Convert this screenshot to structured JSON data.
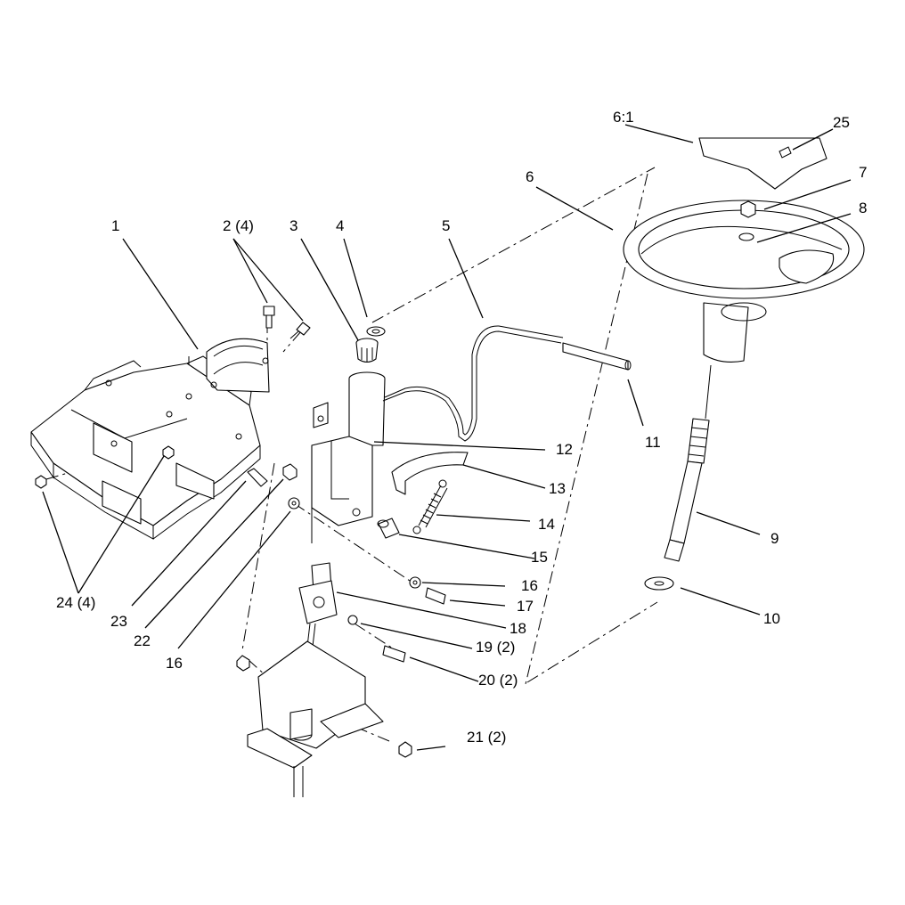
{
  "callouts": [
    {
      "id": "c1",
      "label": "1"
    },
    {
      "id": "c2",
      "label": "2 (4)"
    },
    {
      "id": "c3",
      "label": "3"
    },
    {
      "id": "c4",
      "label": "4"
    },
    {
      "id": "c5",
      "label": "5"
    },
    {
      "id": "c6",
      "label": "6"
    },
    {
      "id": "c6_1",
      "label": "6:1"
    },
    {
      "id": "c25",
      "label": "25"
    },
    {
      "id": "c7",
      "label": "7"
    },
    {
      "id": "c8",
      "label": "8"
    },
    {
      "id": "c9",
      "label": "9"
    },
    {
      "id": "c10",
      "label": "10"
    },
    {
      "id": "c11",
      "label": "11"
    },
    {
      "id": "c12",
      "label": "12"
    },
    {
      "id": "c13",
      "label": "13"
    },
    {
      "id": "c14",
      "label": "14"
    },
    {
      "id": "c15",
      "label": "15"
    },
    {
      "id": "c16a",
      "label": "16"
    },
    {
      "id": "c16b",
      "label": "16"
    },
    {
      "id": "c17",
      "label": "17"
    },
    {
      "id": "c18",
      "label": "18"
    },
    {
      "id": "c19",
      "label": "19 (2)"
    },
    {
      "id": "c20",
      "label": "20 (2)"
    },
    {
      "id": "c21",
      "label": "21 (2)"
    },
    {
      "id": "c22",
      "label": "22"
    },
    {
      "id": "c23",
      "label": "23"
    },
    {
      "id": "c24",
      "label": "24 (4)"
    }
  ]
}
